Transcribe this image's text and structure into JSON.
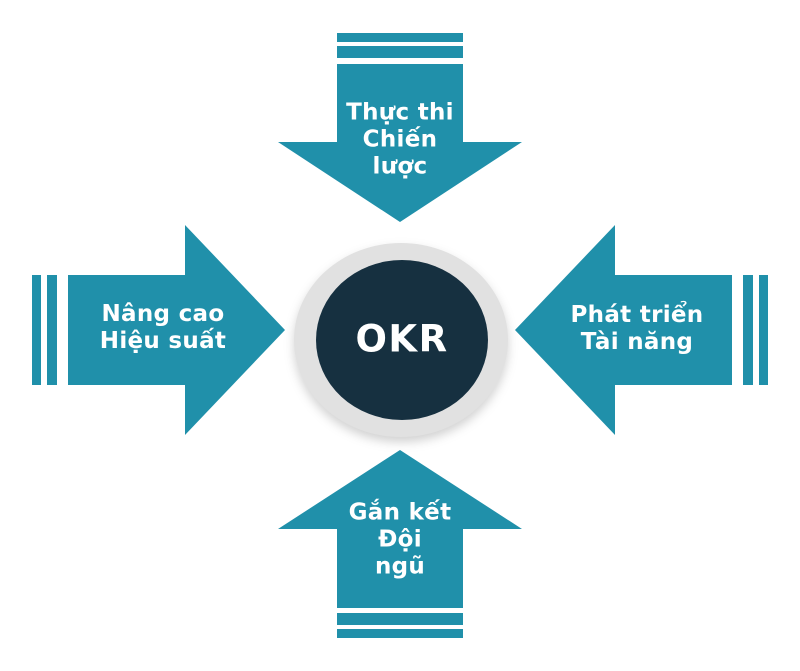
{
  "diagram": {
    "center": {
      "label": "OKR"
    },
    "arrows": {
      "top": {
        "direction": "down",
        "lines": [
          "Thực thi",
          "Chiến",
          "lược"
        ]
      },
      "left": {
        "direction": "right",
        "lines": [
          "Nâng cao",
          "Hiệu suất"
        ]
      },
      "right": {
        "direction": "left",
        "lines": [
          "Phát triển",
          "Tài năng"
        ]
      },
      "bottom": {
        "direction": "up",
        "lines": [
          "Gắn kết",
          "Đội",
          "ngũ"
        ]
      }
    }
  },
  "colors": {
    "arrow": "#2090AA",
    "center_circle": "#163040",
    "center_ring": "#E1E1E1",
    "label_text": "#FFFFFF",
    "background": "#FFFFFF"
  }
}
